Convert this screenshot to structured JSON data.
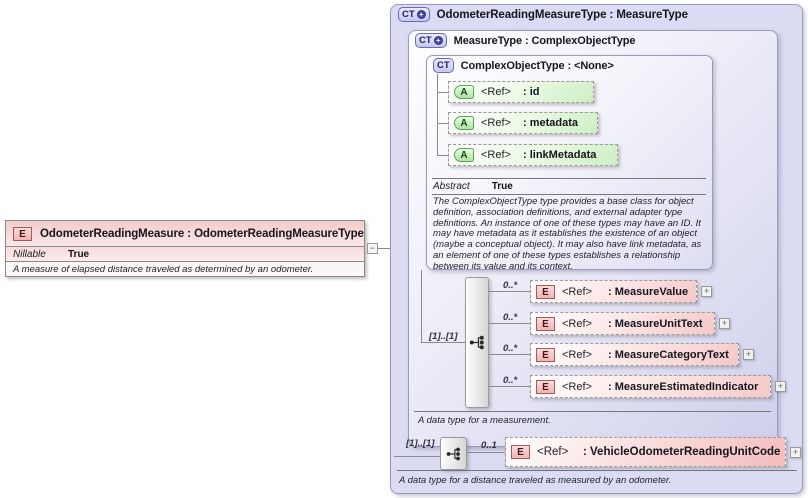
{
  "icons": {
    "expand": "+",
    "collapse": "−",
    "plus": "+"
  },
  "colors": {
    "element_accent": "#f5c8c8",
    "attribute_accent": "#cdeec4",
    "type_background": "#dbdbf3",
    "type_border": "#9a9abc",
    "line": "#8a8a8a"
  },
  "left_element": {
    "badge": "E",
    "title": "OdometerReadingMeasure : OdometerReadingMeasureType",
    "property_name": "Nillable",
    "property_value": "True",
    "annotation": "A measure of elapsed distance traveled as determined by an odometer."
  },
  "outer_type": {
    "badge": "CT",
    "title": "OdometerReadingMeasureType : MeasureType",
    "annotation": "A data type for a distance traveled as measured by an odometer."
  },
  "measure_type": {
    "badge": "CT",
    "title": "MeasureType : ComplexObjectType",
    "annotation": "A data type for a measurement."
  },
  "complex_object_type": {
    "badge": "CT",
    "title": "ComplexObjectType : <None>",
    "attributes": [
      {
        "badge": "A",
        "ref": "<Ref>",
        "name": ": id"
      },
      {
        "badge": "A",
        "ref": "<Ref>",
        "name": ": metadata"
      },
      {
        "badge": "A",
        "ref": "<Ref>",
        "name": ": linkMetadata"
      }
    ],
    "property_name": "Abstract",
    "property_value": "True",
    "description": "The ComplexObjectType type provides a base class for object definition, association definitions, and external adapter type definitions. An instance of one of these types may have an ID. It may have metadata as it establishes the existence of an object (maybe a conceptual object). It may also have link metadata, as an element of one of these types establishes a relationship between its value and its context."
  },
  "measure_group": {
    "cardinality": "[1]..[1]",
    "items": [
      {
        "cardinality": "0..*",
        "badge": "E",
        "ref": "<Ref>",
        "name": ": MeasureValue"
      },
      {
        "cardinality": "0..*",
        "badge": "E",
        "ref": "<Ref>",
        "name": ": MeasureUnitText"
      },
      {
        "cardinality": "0..*",
        "badge": "E",
        "ref": "<Ref>",
        "name": ": MeasureCategoryText"
      },
      {
        "cardinality": "0..*",
        "badge": "E",
        "ref": "<Ref>",
        "name": ": MeasureEstimatedIndicator"
      }
    ]
  },
  "unit_group": {
    "cardinality": "[1]..[1]",
    "item": {
      "cardinality": "0..1",
      "badge": "E",
      "ref": "<Ref>",
      "name": ": VehicleOdometerReadingUnitCode"
    }
  }
}
